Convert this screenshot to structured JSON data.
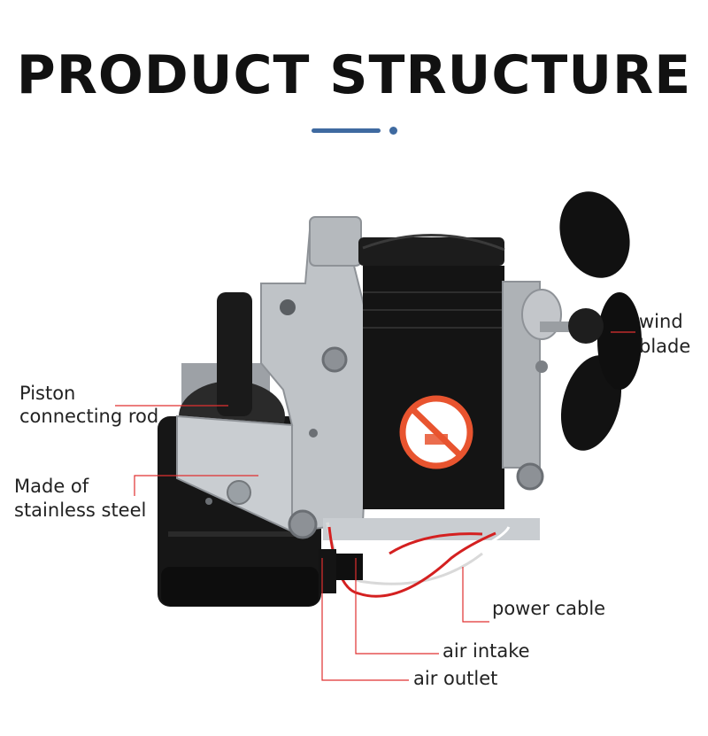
{
  "header": {
    "title": "PRODUCT STRUCTURE",
    "accent_color": "#3f6aa0"
  },
  "labels": {
    "wind_blade_line1": "wind",
    "wind_blade_line2": "blade",
    "piston_line1": "Piston",
    "piston_line2": "connecting rod",
    "material_line1": "Made of",
    "material_line2": "stainless steel",
    "power_cable": "power cable",
    "air_intake": "air intake",
    "air_outlet": "air outlet"
  },
  "leader_color": "#e03030"
}
